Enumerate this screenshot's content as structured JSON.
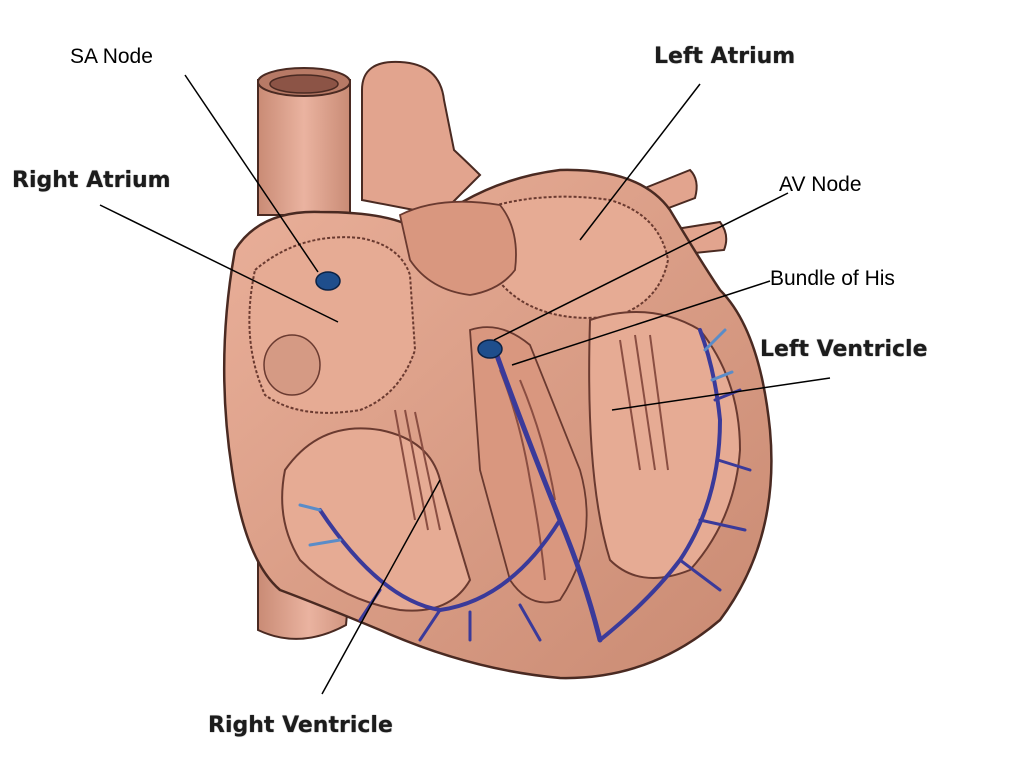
{
  "labels": {
    "sa_node": "SA Node",
    "left_atrium": "Left Atrium",
    "right_atrium": "Right Atrium",
    "av_node": "AV Node",
    "bundle_of_his": "Bundle of His",
    "left_ventricle": "Left Ventricle",
    "right_ventricle": "Right Ventricle"
  },
  "colors": {
    "heart_muscle": "#e0a088",
    "heart_outline": "#4a2a22",
    "interior": "#eab7a0",
    "node_fill": "#1f4e8c",
    "conduction_dark": "#3a3a9a",
    "conduction_light": "#5a8cc8",
    "leader_line": "#000000"
  }
}
